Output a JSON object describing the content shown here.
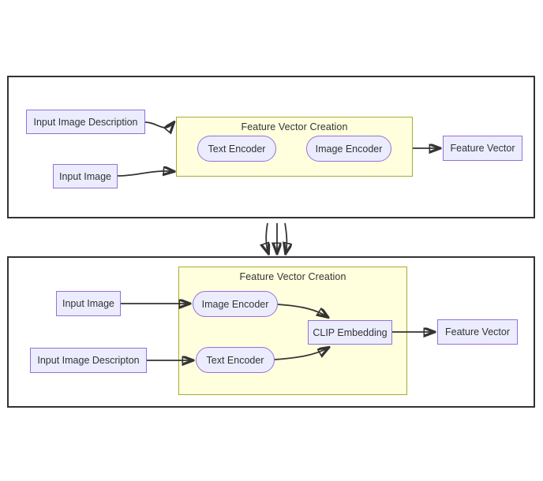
{
  "diagram": {
    "title": "CLIP Feature Vector Creation - two variants",
    "colors": {
      "node_fill": "#ececff",
      "node_stroke": "#9370db",
      "group_fill": "#ffffde",
      "group_stroke": "#aaaa33",
      "panel_stroke": "#333333",
      "edge_stroke": "#333333",
      "text": "#333333"
    },
    "panels": [
      {
        "name": "top-panel",
        "group_title": "Feature Vector Creation",
        "nodes": {
          "input_description": "Input Image Description",
          "input_image": "Input Image",
          "text_encoder": "Text Encoder",
          "image_encoder": "Image Encoder",
          "feature_vector": "Feature Vector"
        }
      },
      {
        "name": "bottom-panel",
        "group_title": "Feature Vector Creation",
        "nodes": {
          "input_image": "Input Image",
          "input_description": "Input Image Descripton",
          "image_encoder": "Image Encoder",
          "text_encoder": "Text Encoder",
          "clip_embedding": "CLIP Embedding",
          "feature_vector": "Feature Vector"
        }
      }
    ],
    "connector": {
      "name": "panel-transition-arrows",
      "count": 3
    }
  }
}
